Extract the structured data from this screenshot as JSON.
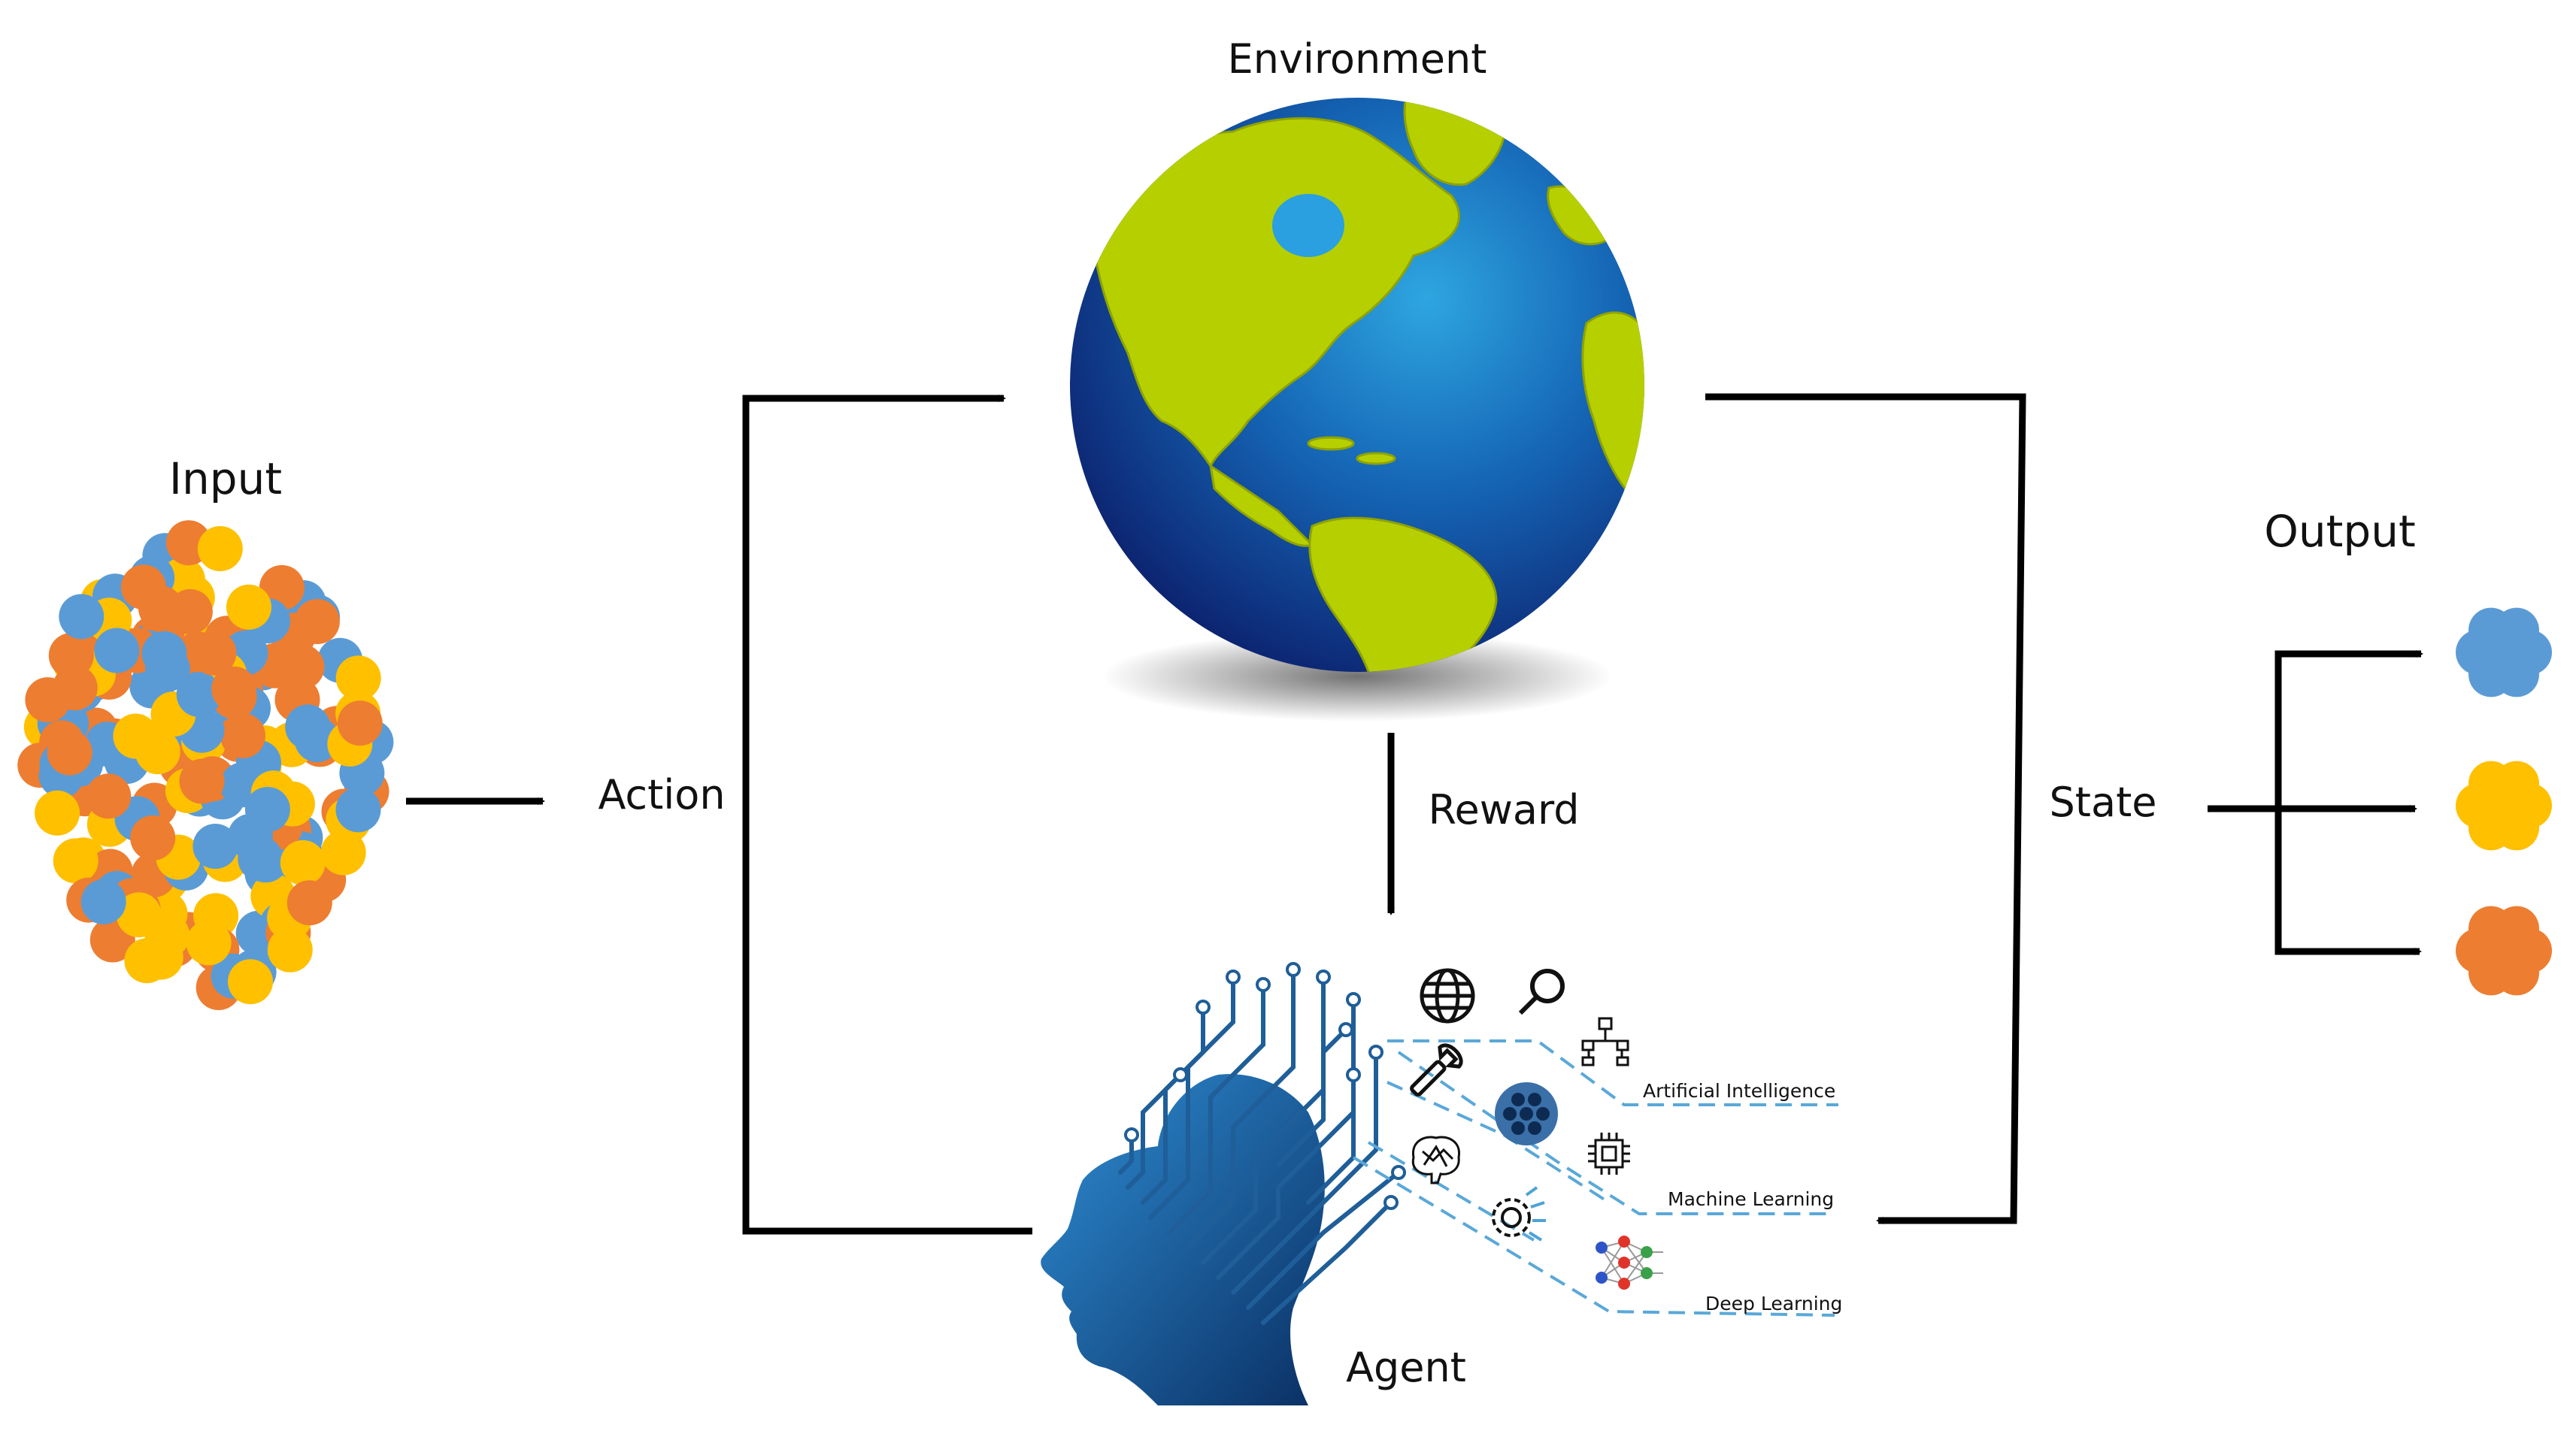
{
  "labels": {
    "input": "Input",
    "environment": "Environment",
    "action": "Action",
    "reward": "Reward",
    "state": "State",
    "output": "Output",
    "agent": "Agent",
    "ai": "Artificial Intelligence",
    "ml": "Machine Learning",
    "dl": "Deep Learning"
  },
  "colors": {
    "blue": "#5B9BD5",
    "orange": "#ED7D31",
    "yellow": "#FFC000",
    "arrow": "#000000",
    "ocean_dark": "#0b1f6e",
    "ocean_light": "#2a8fd0",
    "land": "#b6cf00",
    "head_dark": "#0b3c73",
    "head_light": "#2f8fd6",
    "dashed": "#5aa8d8"
  },
  "icons": [
    "globe-icon",
    "magnifier-icon",
    "org-chart-icon",
    "wrench-icon",
    "neural-cluster-icon",
    "chip-icon",
    "brain-icon",
    "gear-icon",
    "neural-network-icon"
  ]
}
